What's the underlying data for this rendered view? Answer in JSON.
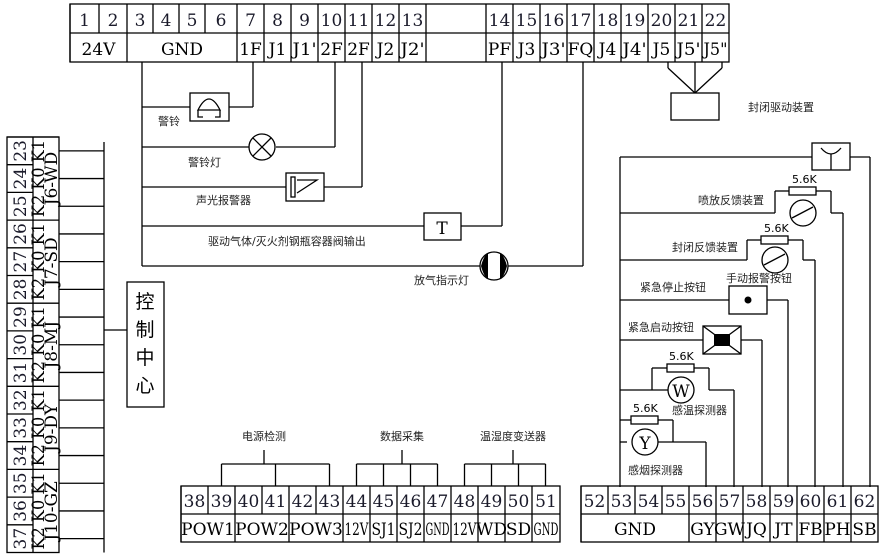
{
  "diagram": {
    "title": "Control Center Wiring Diagram",
    "top_terminals": {
      "numbers": [
        "1",
        "2",
        "3",
        "4",
        "5",
        "6",
        "7",
        "8",
        "9",
        "10",
        "11",
        "12",
        "13",
        "",
        "14",
        "15",
        "16",
        "17",
        "18",
        "19",
        "20",
        "21",
        "22"
      ],
      "labels": [
        {
          "text": "24V",
          "span": 2
        },
        {
          "text": "GND",
          "span": 4
        },
        {
          "text": "1F",
          "span": 1
        },
        {
          "text": "J1",
          "span": 1
        },
        {
          "text": "J1'",
          "span": 1
        },
        {
          "text": "2F",
          "span": 1
        },
        {
          "text": "2F",
          "span": 1
        },
        {
          "text": "J2",
          "span": 1
        },
        {
          "text": "J2'",
          "span": 1
        },
        {
          "text": "",
          "span": 1
        },
        {
          "text": "PF",
          "span": 1
        },
        {
          "text": "J3",
          "span": 1
        },
        {
          "text": "J3'",
          "span": 1
        },
        {
          "text": "FQ",
          "span": 1
        },
        {
          "text": "J4",
          "span": 1
        },
        {
          "text": "J4'",
          "span": 1
        },
        {
          "text": "J5",
          "span": 1
        },
        {
          "text": "J5'",
          "span": 1
        },
        {
          "text": "J5\"",
          "span": 1
        }
      ]
    },
    "left_terminals": {
      "numbers": [
        "23",
        "24",
        "25",
        "26",
        "27",
        "28",
        "29",
        "30",
        "31",
        "32",
        "33",
        "34",
        "35",
        "36",
        "37"
      ],
      "groups": [
        {
          "relay": "K2 K0 K1",
          "name": "J6-WD"
        },
        {
          "relay": "K2 K0 K1",
          "name": "J7-SD"
        },
        {
          "relay": "K2 K0 K1",
          "name": "J8-MJ"
        },
        {
          "relay": "K2 K0 K1",
          "name": "J9-DY"
        },
        {
          "relay": "K2 K0 K1",
          "name": "J10-GZ"
        }
      ]
    },
    "control_center": {
      "label": [
        "控",
        "制",
        "中",
        "心"
      ]
    },
    "bottom_left_terminals": {
      "numbers": [
        "38",
        "39",
        "40",
        "41",
        "42",
        "43",
        "44",
        "45",
        "46",
        "47",
        "48",
        "49",
        "50",
        "51"
      ],
      "labels": [
        {
          "text": "POW1",
          "span": 2
        },
        {
          "text": "POW2",
          "span": 2
        },
        {
          "text": "POW3",
          "span": 2
        },
        {
          "text": "12V",
          "span": 1
        },
        {
          "text": "SJ1",
          "span": 1
        },
        {
          "text": "SJ2",
          "span": 1
        },
        {
          "text": "GND",
          "span": 1
        },
        {
          "text": "12V",
          "span": 1
        },
        {
          "text": "WD",
          "span": 1
        },
        {
          "text": "SD",
          "span": 1
        },
        {
          "text": "GND",
          "span": 1
        }
      ],
      "group_titles": [
        "电源检测",
        "数据采集",
        "温湿度变送器"
      ]
    },
    "bottom_right_terminals": {
      "numbers": [
        "52",
        "53",
        "54",
        "55",
        "56",
        "57",
        "58",
        "59",
        "60",
        "61",
        "62"
      ],
      "labels": [
        {
          "text": "GND",
          "span": 4
        },
        {
          "text": "GY",
          "span": 1
        },
        {
          "text": "GW",
          "span": 1
        },
        {
          "text": "JQ",
          "span": 1
        },
        {
          "text": "JT",
          "span": 1
        },
        {
          "text": "FB",
          "span": 1
        },
        {
          "text": "PH",
          "span": 1
        },
        {
          "text": "SB",
          "span": 1
        }
      ]
    },
    "components": {
      "alarm_bell": "警铃",
      "alarm_light": "警铃灯",
      "sound_light_alarm": "声光报警器",
      "valve_output": "驱动气体/灭火剂钢瓶容器阀输出",
      "discharge_light": "放气指示灯",
      "closing_device": "封闭驱动装置",
      "spray_feedback": "喷放反馈装置",
      "closing_feedback": "封闭反馈装置",
      "emergency_stop": "紧急停止按钮",
      "manual_alarm": "手动报警按钮",
      "emergency_start": "紧急启动按钮",
      "temp_detector": "感温探测器",
      "smoke_detector": "感烟探测器",
      "resistor_value": "5.6K",
      "temp_symbol": "W",
      "smoke_symbol": "Y",
      "valve_symbol": "T"
    }
  }
}
